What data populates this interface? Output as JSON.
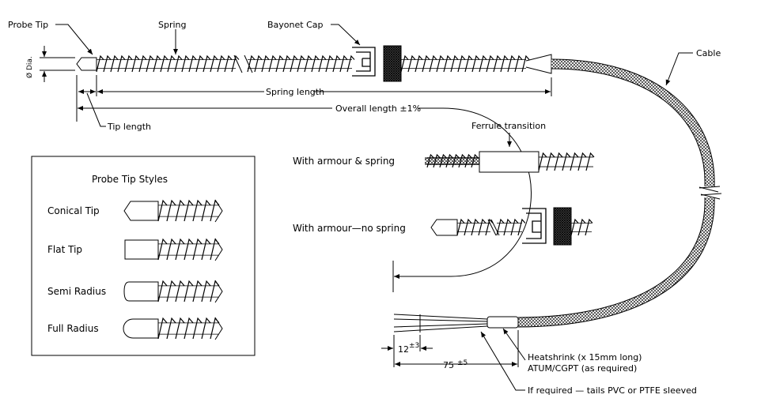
{
  "labels": {
    "probe_tip": "Probe Tip",
    "spring": "Spring",
    "bayonet_cap": "Bayonet Cap",
    "cable": "Cable",
    "diameter": "Ø Dia.",
    "spring_length": "Spring length",
    "overall_length": "Overall length ±1%",
    "tip_length": "Tip length",
    "ferrule_transition": "Ferrule transition",
    "with_armour_spring": "With armour & spring",
    "with_armour_no_spring": "With armour—no spring",
    "dim_12": "12",
    "dim_12_tol": "±3",
    "dim_75": "75",
    "dim_75_tol": "±5",
    "heatshrink": "Heatshrink (x 15mm long)",
    "atum": "ATUM/CGPT (as required)",
    "tails": "If required — tails PVC or PTFE sleeved"
  },
  "tip_styles": {
    "title": "Probe Tip Styles",
    "items": [
      {
        "label": "Conical Tip",
        "shape": "conical"
      },
      {
        "label": "Flat Tip",
        "shape": "flat"
      },
      {
        "label": "Semi Radius",
        "shape": "semi"
      },
      {
        "label": "Full Radius",
        "shape": "full"
      }
    ]
  }
}
